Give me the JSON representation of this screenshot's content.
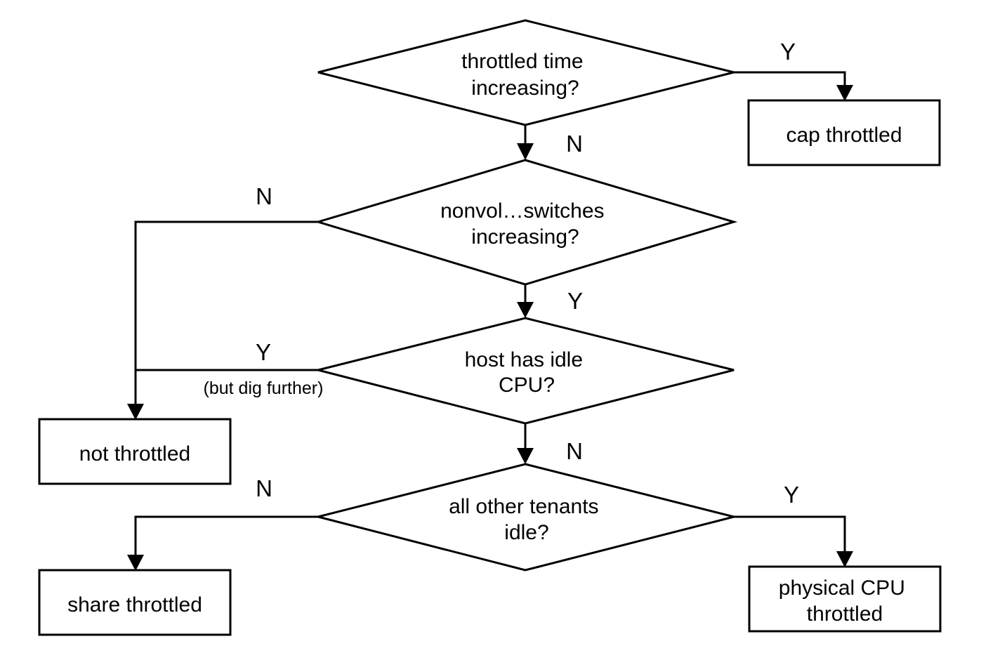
{
  "diagram": {
    "decisions": {
      "throttled_time": {
        "line1": "throttled  time",
        "line2": "increasing?"
      },
      "nonvol_switches": {
        "line1": "nonvol…switches",
        "line2": "increasing?"
      },
      "host_idle": {
        "line1": "host has idle",
        "line2": "CPU?"
      },
      "tenants_idle": {
        "line1": "all other tenants",
        "line2": "idle?"
      }
    },
    "outcomes": {
      "cap_throttled": {
        "line1": "cap throttled"
      },
      "not_throttled": {
        "line1": "not throttled"
      },
      "share_throttled": {
        "line1": "share throttled"
      },
      "physical_cpu_throttled": {
        "line1": "physical CPU",
        "line2": "throttled"
      }
    },
    "edge_labels": {
      "throttled_time_yes": "Y",
      "throttled_time_no": "N",
      "nonvol_no": "N",
      "nonvol_yes": "Y",
      "host_idle_yes": "Y",
      "host_idle_yes_note": "(but dig further)",
      "host_idle_no": "N",
      "tenants_idle_no": "N",
      "tenants_idle_yes": "Y"
    }
  }
}
